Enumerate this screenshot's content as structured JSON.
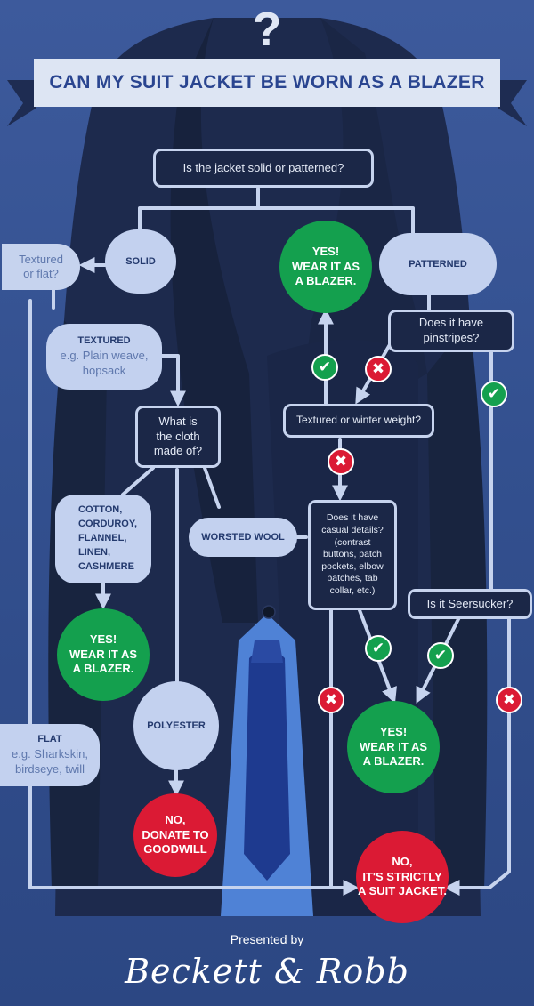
{
  "header": {
    "question_mark": "?",
    "title": "CAN MY SUIT JACKET BE WORN AS A BLAZER"
  },
  "nodes": {
    "q_solid_patterned": "Is the jacket solid or patterned?",
    "solid": "SOLID",
    "patterned": "PATTERNED",
    "q_textured_flat": [
      "Textured",
      "or flat?"
    ],
    "textured": {
      "label": "TEXTURED",
      "text": [
        "e.g. Plain weave,",
        "hopsack"
      ]
    },
    "flat": {
      "label": "FLAT",
      "text": [
        "e.g. Sharkskin,",
        "birdseye, twill"
      ]
    },
    "q_cloth": [
      "What is",
      "the cloth",
      "made of?"
    ],
    "natural_fibers": [
      "COTTON,",
      "CORDUROY,",
      "FLANNEL,",
      "LINEN,",
      "CASHMERE"
    ],
    "worsted_wool": "WORSTED WOOL",
    "polyester": "POLYESTER",
    "q_pinstripes": [
      "Does it have",
      "pinstripes?"
    ],
    "q_textured_winter": "Textured or winter weight?",
    "q_casual": [
      "Does it have",
      "casual details?",
      "(contrast",
      "buttons, patch",
      "pockets, elbow",
      "patches, tab",
      "collar, etc.)"
    ],
    "q_seersucker": "Is it Seersucker?"
  },
  "outcomes": {
    "yes_top": [
      "YES!",
      "WEAR IT AS",
      "A BLAZER."
    ],
    "yes_left": [
      "YES!",
      "WEAR IT AS",
      "A BLAZER."
    ],
    "yes_bottom": [
      "YES!",
      "WEAR IT AS",
      "A BLAZER."
    ],
    "no_goodwill": [
      "NO,",
      "DONATE TO",
      "GOODWILL"
    ],
    "no_suit": [
      "NO,",
      "IT'S STRICTLY",
      "A SUIT JACKET."
    ]
  },
  "badges": {
    "check": "✔",
    "cross": "✖"
  },
  "footer": {
    "presented": "Presented by",
    "brand": "Beckett & Robb"
  },
  "colors": {
    "background": "#3a5699",
    "banner": "#dde5f3",
    "title": "#2a4590",
    "question": "#1b2747",
    "pill": "#c3d1ef",
    "yes": "#14a04e",
    "no": "#db1a34",
    "connector": "#c6d3ee"
  }
}
